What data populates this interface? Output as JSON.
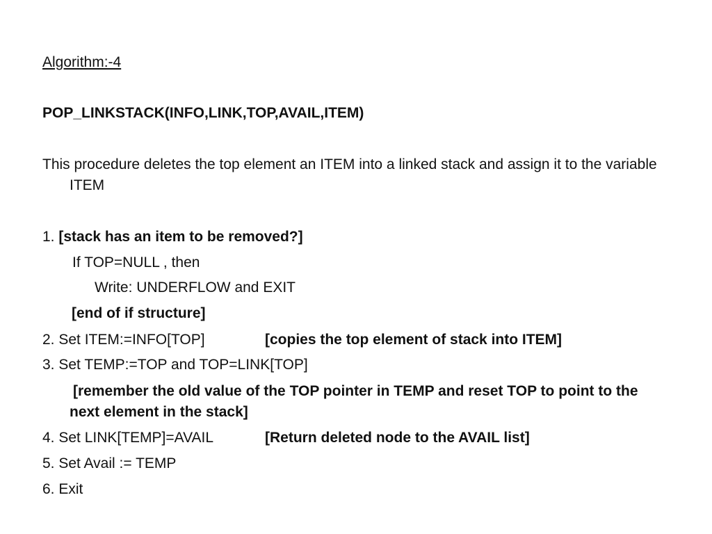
{
  "slide": {
    "heading": "Algorithm:-4",
    "procedure_name": "POP_LINKSTACK(INFO,LINK,TOP,AVAIL,ITEM)",
    "description": "This procedure  deletes the top element an ITEM into a linked stack and assign it to the variable ITEM",
    "steps": {
      "s1_num": "1.",
      "s1_comment": "[stack has an item to be removed?]",
      "s1_if": "If TOP=NULL , then",
      "s1_write": "Write: UNDERFLOW and EXIT",
      "s1_end": "[end of if structure]",
      "s2": "2. Set ITEM:=INFO[TOP]",
      "s2_comment": "[copies the top element of stack into ITEM]",
      "s3": "3. Set TEMP:=TOP and TOP=LINK[TOP]",
      "s3_comment": "[remember the old value of the TOP pointer in TEMP and  reset TOP to point to the next element in the stack]",
      "s4": "4. Set LINK[TEMP]=AVAIL",
      "s4_comment": "[Return deleted node to the AVAIL list]",
      "s5": "5. Set Avail := TEMP",
      "s6": "6. Exit"
    }
  }
}
